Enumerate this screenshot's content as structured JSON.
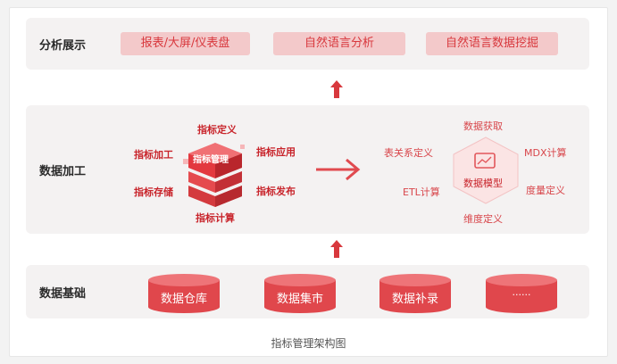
{
  "layers": {
    "analysis": {
      "label": "分析展示",
      "items": [
        "报表/大屏/仪表盘",
        "自然语言分析",
        "自然语言数据挖掘"
      ]
    },
    "processing": {
      "label": "数据加工",
      "cube": {
        "center": "指标管理",
        "top": "指标定义",
        "left_top": "指标加工",
        "left_bottom": "指标存储",
        "right_top": "指标应用",
        "right_bottom": "指标发布",
        "bottom": "指标计算"
      },
      "model": {
        "center": "数据模型",
        "top": "数据获取",
        "left_top": "表关系定义",
        "left_bottom": "ETL计算",
        "right_top": "MDX计算",
        "right_bottom": "度量定义",
        "bottom": "维度定义"
      }
    },
    "foundation": {
      "label": "数据基础",
      "items": [
        "数据仓库",
        "数据集市",
        "数据补录",
        "······"
      ]
    }
  },
  "caption": "指标管理架构图",
  "colors": {
    "accent": "#d8383d",
    "pill_bg": "#f3c9ca",
    "band_bg": "#f4f2f2",
    "cylinder": "#e0474c"
  }
}
